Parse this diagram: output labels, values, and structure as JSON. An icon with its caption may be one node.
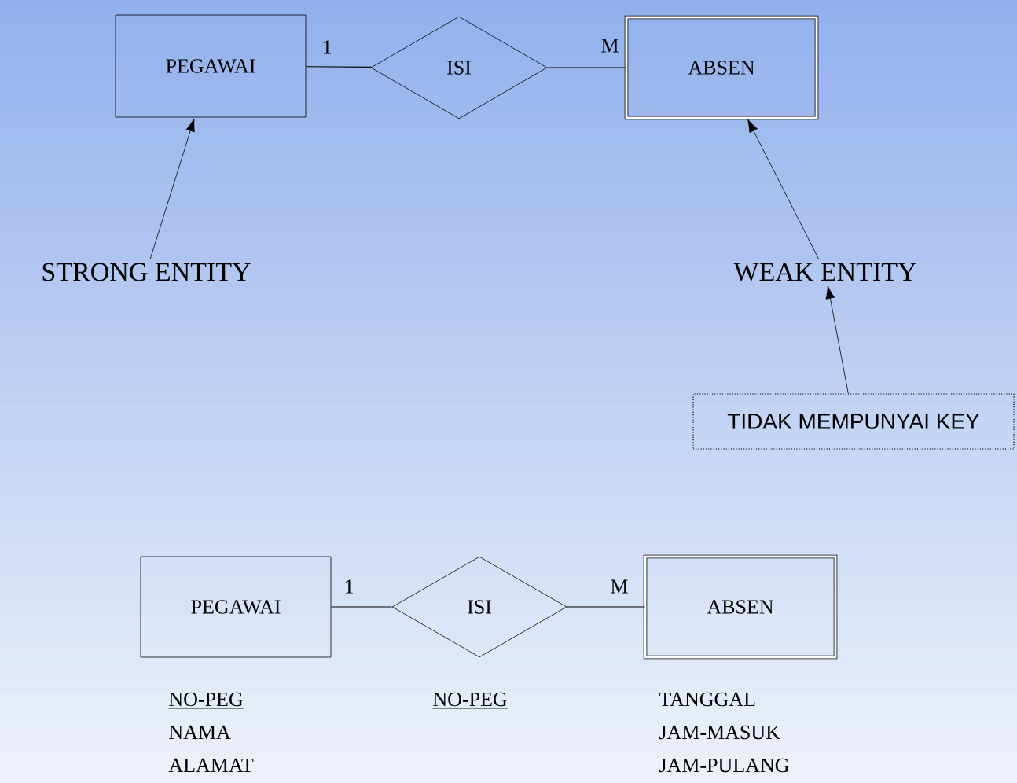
{
  "diagram": {
    "nodes": [
      {
        "text": [
          "PEGAWAI"
        ]
      },
      {
        "text": [
          "ISI"
        ]
      },
      {
        "text": [
          "ABSEN"
        ]
      },
      {
        "text": [
          "STRONG ENTITY"
        ]
      },
      {
        "text": [
          "WEAK ENTITY"
        ]
      },
      {
        "text": [
          "TIDAK MEMPUNYAI KEY"
        ]
      },
      {
        "text": [
          "PEGAWAI"
        ],
        "beside": [
          "NO-PEG",
          "NAMA",
          "ALAMAT"
        ]
      },
      {
        "text": [
          "ISI"
        ],
        "beside": [
          "NO-PEG"
        ]
      },
      {
        "text": [
          "ABSEN"
        ],
        "beside": [
          "TANGGAL",
          "JAM-MASUK",
          "JAM-PULANG"
        ]
      }
    ],
    "edges": [
      {
        "from": 0,
        "to": 1,
        "arrow": "none",
        "label": "1"
      },
      {
        "from": 1,
        "to": 2,
        "arrow": "none",
        "label": "M"
      },
      {
        "from": 3,
        "to": 0,
        "arrow": "to"
      },
      {
        "from": 4,
        "to": 2,
        "arrow": "to"
      },
      {
        "from": 5,
        "to": 4,
        "arrow": "to"
      },
      {
        "from": 6,
        "to": 7,
        "arrow": "none",
        "label": "1"
      },
      {
        "from": 7,
        "to": 8,
        "arrow": "none",
        "label": "M"
      }
    ]
  }
}
